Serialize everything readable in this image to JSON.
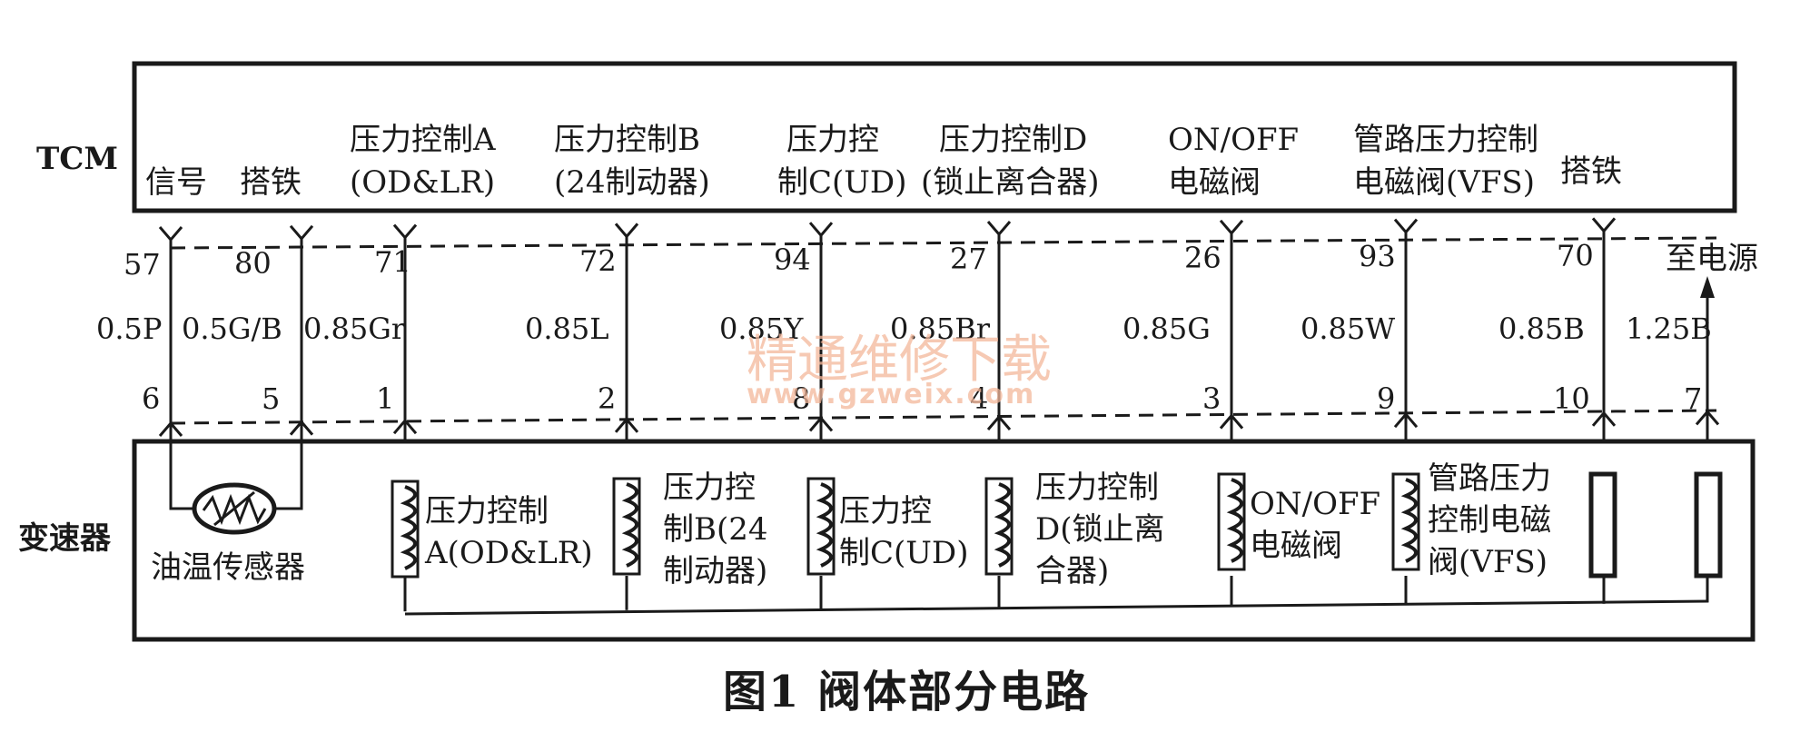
{
  "side_labels": {
    "tcm": "TCM",
    "transmission": "变速器"
  },
  "tcm_labels": [
    {
      "line1": "",
      "line2": "信号"
    },
    {
      "line1": "",
      "line2": "搭铁"
    },
    {
      "line1": "压力控制A",
      "line2": "(OD&LR)"
    },
    {
      "line1": "压力控制B",
      "line2": "(24制动器)"
    },
    {
      "line1": "压力控",
      "line2": "制C(UD)"
    },
    {
      "line1": "压力控制D",
      "line2": "(锁止离合器)"
    },
    {
      "line1": "ON/OFF",
      "line2": "电磁阀"
    },
    {
      "line1": "管路压力控制",
      "line2": "电磁阀(VFS)"
    },
    {
      "line1": "",
      "line2": "搭铁"
    }
  ],
  "circuits": [
    {
      "tcm_pin": "57",
      "wire": "0.5P",
      "conn_pin": "6"
    },
    {
      "tcm_pin": "80",
      "wire": "0.5G/B",
      "conn_pin": "5"
    },
    {
      "tcm_pin": "71",
      "wire": "0.85Gr",
      "conn_pin": "1"
    },
    {
      "tcm_pin": "72",
      "wire": "0.85L",
      "conn_pin": "2"
    },
    {
      "tcm_pin": "94",
      "wire": "0.85Y",
      "conn_pin": "8"
    },
    {
      "tcm_pin": "27",
      "wire": "0.85Br",
      "conn_pin": "4"
    },
    {
      "tcm_pin": "26",
      "wire": "0.85G",
      "conn_pin": "3"
    },
    {
      "tcm_pin": "93",
      "wire": "0.85W",
      "conn_pin": "9"
    },
    {
      "tcm_pin": "70",
      "wire": "0.85B",
      "conn_pin": "10"
    },
    {
      "tcm_pin": "",
      "wire": "1.25B",
      "conn_pin": "7"
    }
  ],
  "power_label": "至电源",
  "component_labels": {
    "oil_temp": "油温传感器",
    "sol_a": [
      "压力控制",
      "A(OD&LR)"
    ],
    "sol_b": [
      "压力控",
      "制B(24",
      "制动器)"
    ],
    "sol_c": [
      "压力控",
      "制C(UD)"
    ],
    "sol_d": [
      "压力控制",
      "D(锁止离",
      "合器)"
    ],
    "sol_onoff": [
      "ON/OFF",
      "电磁阀"
    ],
    "sol_vfs": [
      "管路压力",
      "控制电磁",
      "阀(VFS)"
    ]
  },
  "watermark": {
    "line1": "精通维修下载",
    "line2": "www.gzweix.com"
  },
  "caption": "图1  阀体部分电路"
}
